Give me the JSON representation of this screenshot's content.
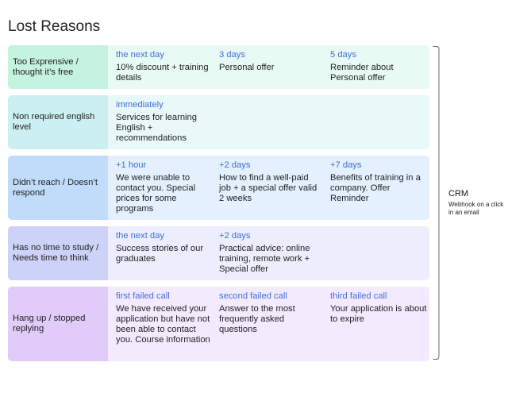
{
  "title": "Lost Reasons",
  "side": {
    "label": "CRM",
    "sub": "Webhook on a click in an email"
  },
  "rows": [
    {
      "reason": "Too Exprensive / thought it’s free",
      "steps": [
        {
          "timing": "the next day",
          "text": "10% discount + training details"
        },
        {
          "timing": "3 days",
          "text": "Personal offer"
        },
        {
          "timing": "5 days",
          "text": "Reminder about Personal offer"
        }
      ]
    },
    {
      "reason": "Non required english level",
      "steps": [
        {
          "timing": "immediately",
          "text": "Services for learning English + recommendations"
        }
      ]
    },
    {
      "reason": "Didn’t reach / Doesn’t respond",
      "steps": [
        {
          "timing": "+1 hour",
          "text": "We were unable to contact you. Special prices for some programs"
        },
        {
          "timing": "+2 days",
          "text": "How to find a well-paid job + a special offer valid 2 weeks"
        },
        {
          "timing": "+7 days",
          "text": "Benefits of training in a company. Offer Reminder"
        }
      ]
    },
    {
      "reason": "Has no time to study / Needs time to think",
      "steps": [
        {
          "timing": "the next day",
          "text": "Success stories of our graduates"
        },
        {
          "timing": "+2 days",
          "text": "Practical advice: online training, remote work + Special offer"
        }
      ]
    },
    {
      "reason": "Hang up / stopped replying",
      "steps": [
        {
          "timing": "first failed call",
          "text": "We have received your application but have not been able to contact you. Course information"
        },
        {
          "timing": "second failed call",
          "text": "Answer to the most frequently asked questions"
        },
        {
          "timing": "third failed call",
          "text": "Your application is about to expire"
        }
      ]
    }
  ],
  "colors": {
    "row_bg": [
      "#e7fbf4",
      "#e9f8f9",
      "#e4f0fe",
      "#eceefe",
      "#f3eafe"
    ],
    "reason_bg": [
      "#c5f3e0",
      "#ccf0f1",
      "#c0dcfa",
      "#cdd3f8",
      "#e0cbf9"
    ],
    "timing_text": "#3f6fd8"
  }
}
